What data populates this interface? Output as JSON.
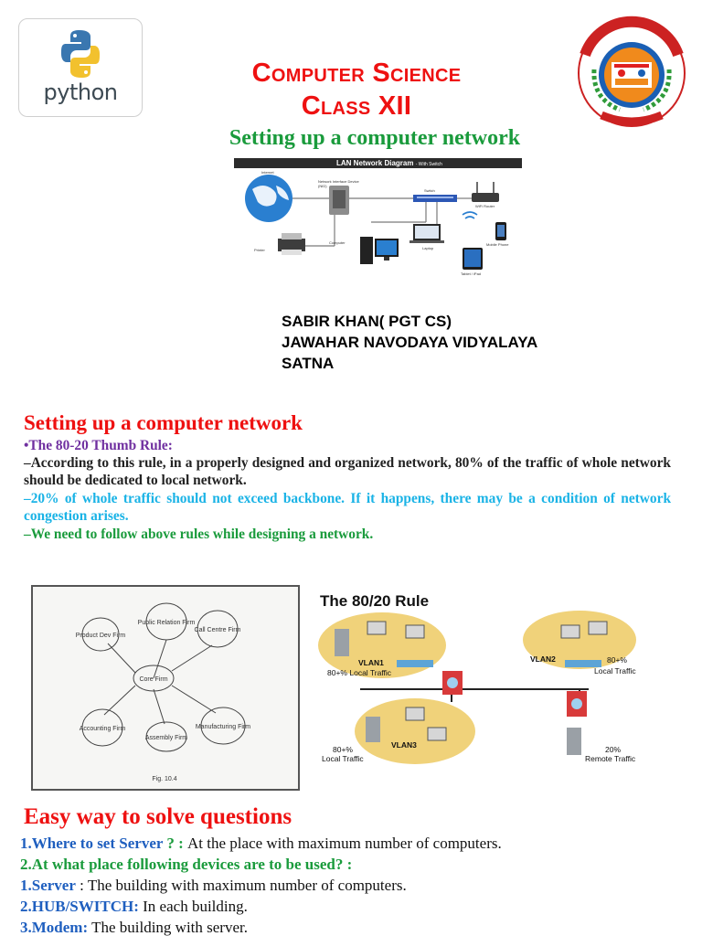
{
  "cover": {
    "python_logo_text": "python",
    "title_line1": "Computer Science",
    "title_line2": "Class XII",
    "subtitle": "Setting up a computer network",
    "lan_diagram": {
      "title": "LAN Network Diagram",
      "subtitle": "- With Switch",
      "labels": [
        "Internet",
        "Network Interface Device (NID)",
        "Switch",
        "WiFi Router",
        "Printer",
        "Computer",
        "Laptop",
        "Mobile Phone",
        "Tablet / iPad"
      ]
    },
    "author_line1": "SABIR KHAN( PGT CS)",
    "author_line2": "JAWAHAR NAVODAYA VIDYALAYA",
    "author_line3": "SATNA"
  },
  "rule_slide": {
    "title": "Setting up a computer network",
    "heading": "•The 80-20 Thumb Rule:",
    "para1": "–According to this rule, in a properly designed and organized network, 80% of the traffic of whole network should be dedicated to local network.",
    "para2": "–20% of whole traffic should not exceed backbone. If it happens, there may be a condition of network congestion arises.",
    "para3": "–We need to follow above rules while designing a network.",
    "firm_diagram": {
      "center": "Core Firm",
      "nodes": [
        "Public Relation Firm",
        "Call Centre Firm",
        "Manufacturing Firm",
        "Assembly Firm",
        "Accounting Firm",
        "Product Dev Firm"
      ],
      "caption": "Fig. 10.4"
    },
    "rule_diagram": {
      "title": "The 80/20 Rule",
      "vlan1": "VLAN1",
      "vlan2": "VLAN2",
      "vlan3": "VLAN3",
      "local1_pct": "80+%",
      "local1_text": "Local Traffic",
      "local2_pct": "80+%",
      "local2_text": "Local Traffic",
      "local3_pct": "80+%",
      "local3_text": "Local Traffic",
      "remote_pct": "20%",
      "remote_text": "Remote Traffic"
    }
  },
  "questions": {
    "title": "Easy way to solve questions",
    "q1_label": "1.Where to set Server",
    "q1_sep": " ? : ",
    "q1_text": "At the place with maximum number of computers.",
    "q2_label": "2.At what place following devices are to be used?",
    "q2_sep": " :",
    "q3_label": "1.Server",
    "q3_sep": " : ",
    "q3_text": "The building with maximum number of computers.",
    "q4_label": "2.HUB/SWITCH:",
    "q4_text": " In each building.",
    "q5_label": "3.Modem:",
    "q5_text": " The building with server."
  },
  "colors": {
    "title_red": "#ee1111",
    "subtitle_green": "#1a9b3c",
    "rule_purple": "#7030a0",
    "rule_cyan": "#1ab3e6",
    "question_blue": "#1f5fbf"
  },
  "icons": [
    "python-icon",
    "jnv-emblem-icon",
    "globe-icon",
    "router-icon",
    "switch-icon",
    "computer-icon",
    "printer-icon",
    "laptop-icon",
    "phone-icon",
    "tablet-icon",
    "wifi-icon"
  ]
}
